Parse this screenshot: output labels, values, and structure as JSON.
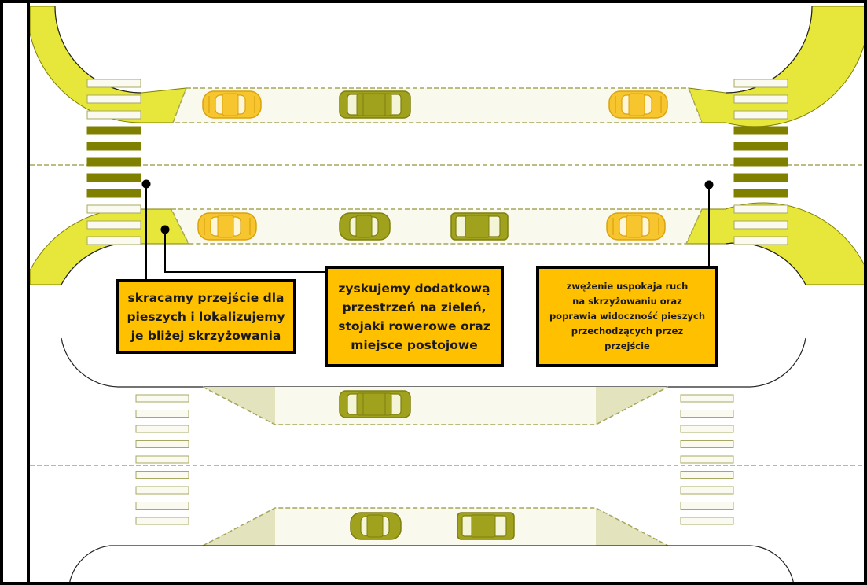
{
  "callouts": {
    "shorten_crossing": "skracamy przejście dla\npieszych i lokalizujemy\nje bliżej skrzyżowania",
    "extra_space": "zyskujemy dodatkową\nprzestrzeń na zieleń,\nstojaki rowerowe oraz\nmiejsce postojowe",
    "narrowing": "zwężenie uspokaja ruch\nna skrzyżowaniu oraz\npoprawia widoczność pieszych\nprzechodzących przez\nprzejście"
  },
  "colors": {
    "sidewalk_extension": "#E6E63B",
    "parking_bay": "#FAF9ED",
    "planting_triangle": "#E3E3BE",
    "crosswalk_fill": "#FAFAF0",
    "crosswalk_stroke": "#A7A862",
    "crosswalk_dark": "#808000",
    "center_line": "#A5A75A",
    "car_yellow": "#F7C62F",
    "car_olive": "#A0A21E",
    "callout_bg": "#FFC000",
    "border": "#000000"
  },
  "icons": {
    "car": "car-top-view-icon",
    "dot": "leader-dot-icon"
  }
}
